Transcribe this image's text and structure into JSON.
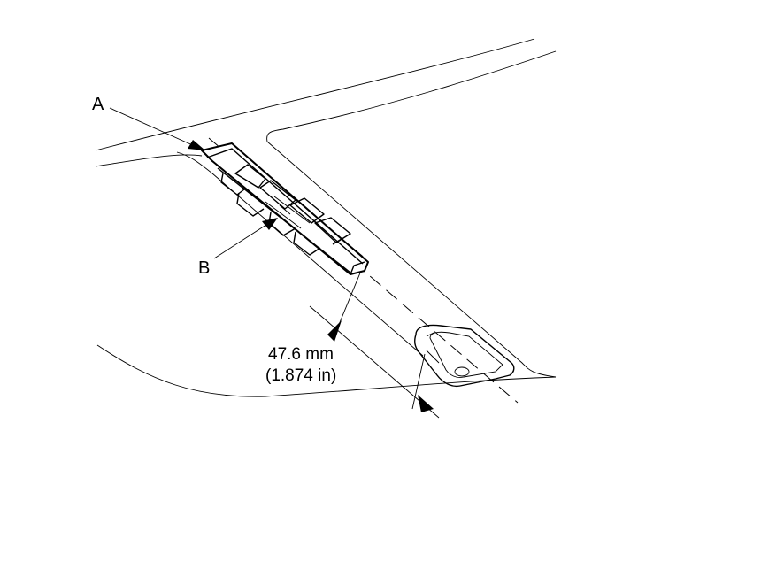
{
  "callouts": {
    "a": "A",
    "b": "B"
  },
  "dimension": {
    "metric": "47.6 mm",
    "imperial": "(1.874 in)"
  },
  "colors": {
    "line": "#000000",
    "background": "#ffffff"
  }
}
